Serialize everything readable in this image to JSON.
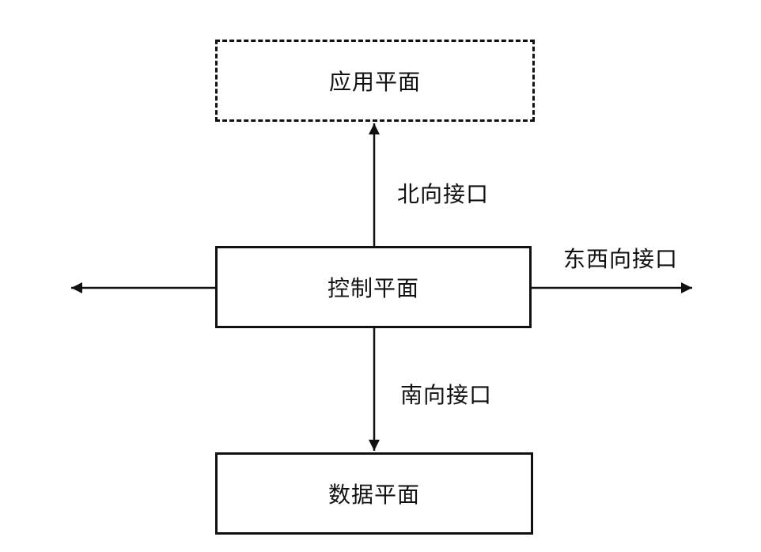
{
  "diagram": {
    "nodes": {
      "application_plane": "应用平面",
      "control_plane": "控制平面",
      "data_plane": "数据平面"
    },
    "edges": {
      "northbound": "北向接口",
      "east_west": "东西向接口",
      "southbound": "南向接口"
    },
    "colors": {
      "line": "#111111",
      "background": "#ffffff"
    }
  }
}
